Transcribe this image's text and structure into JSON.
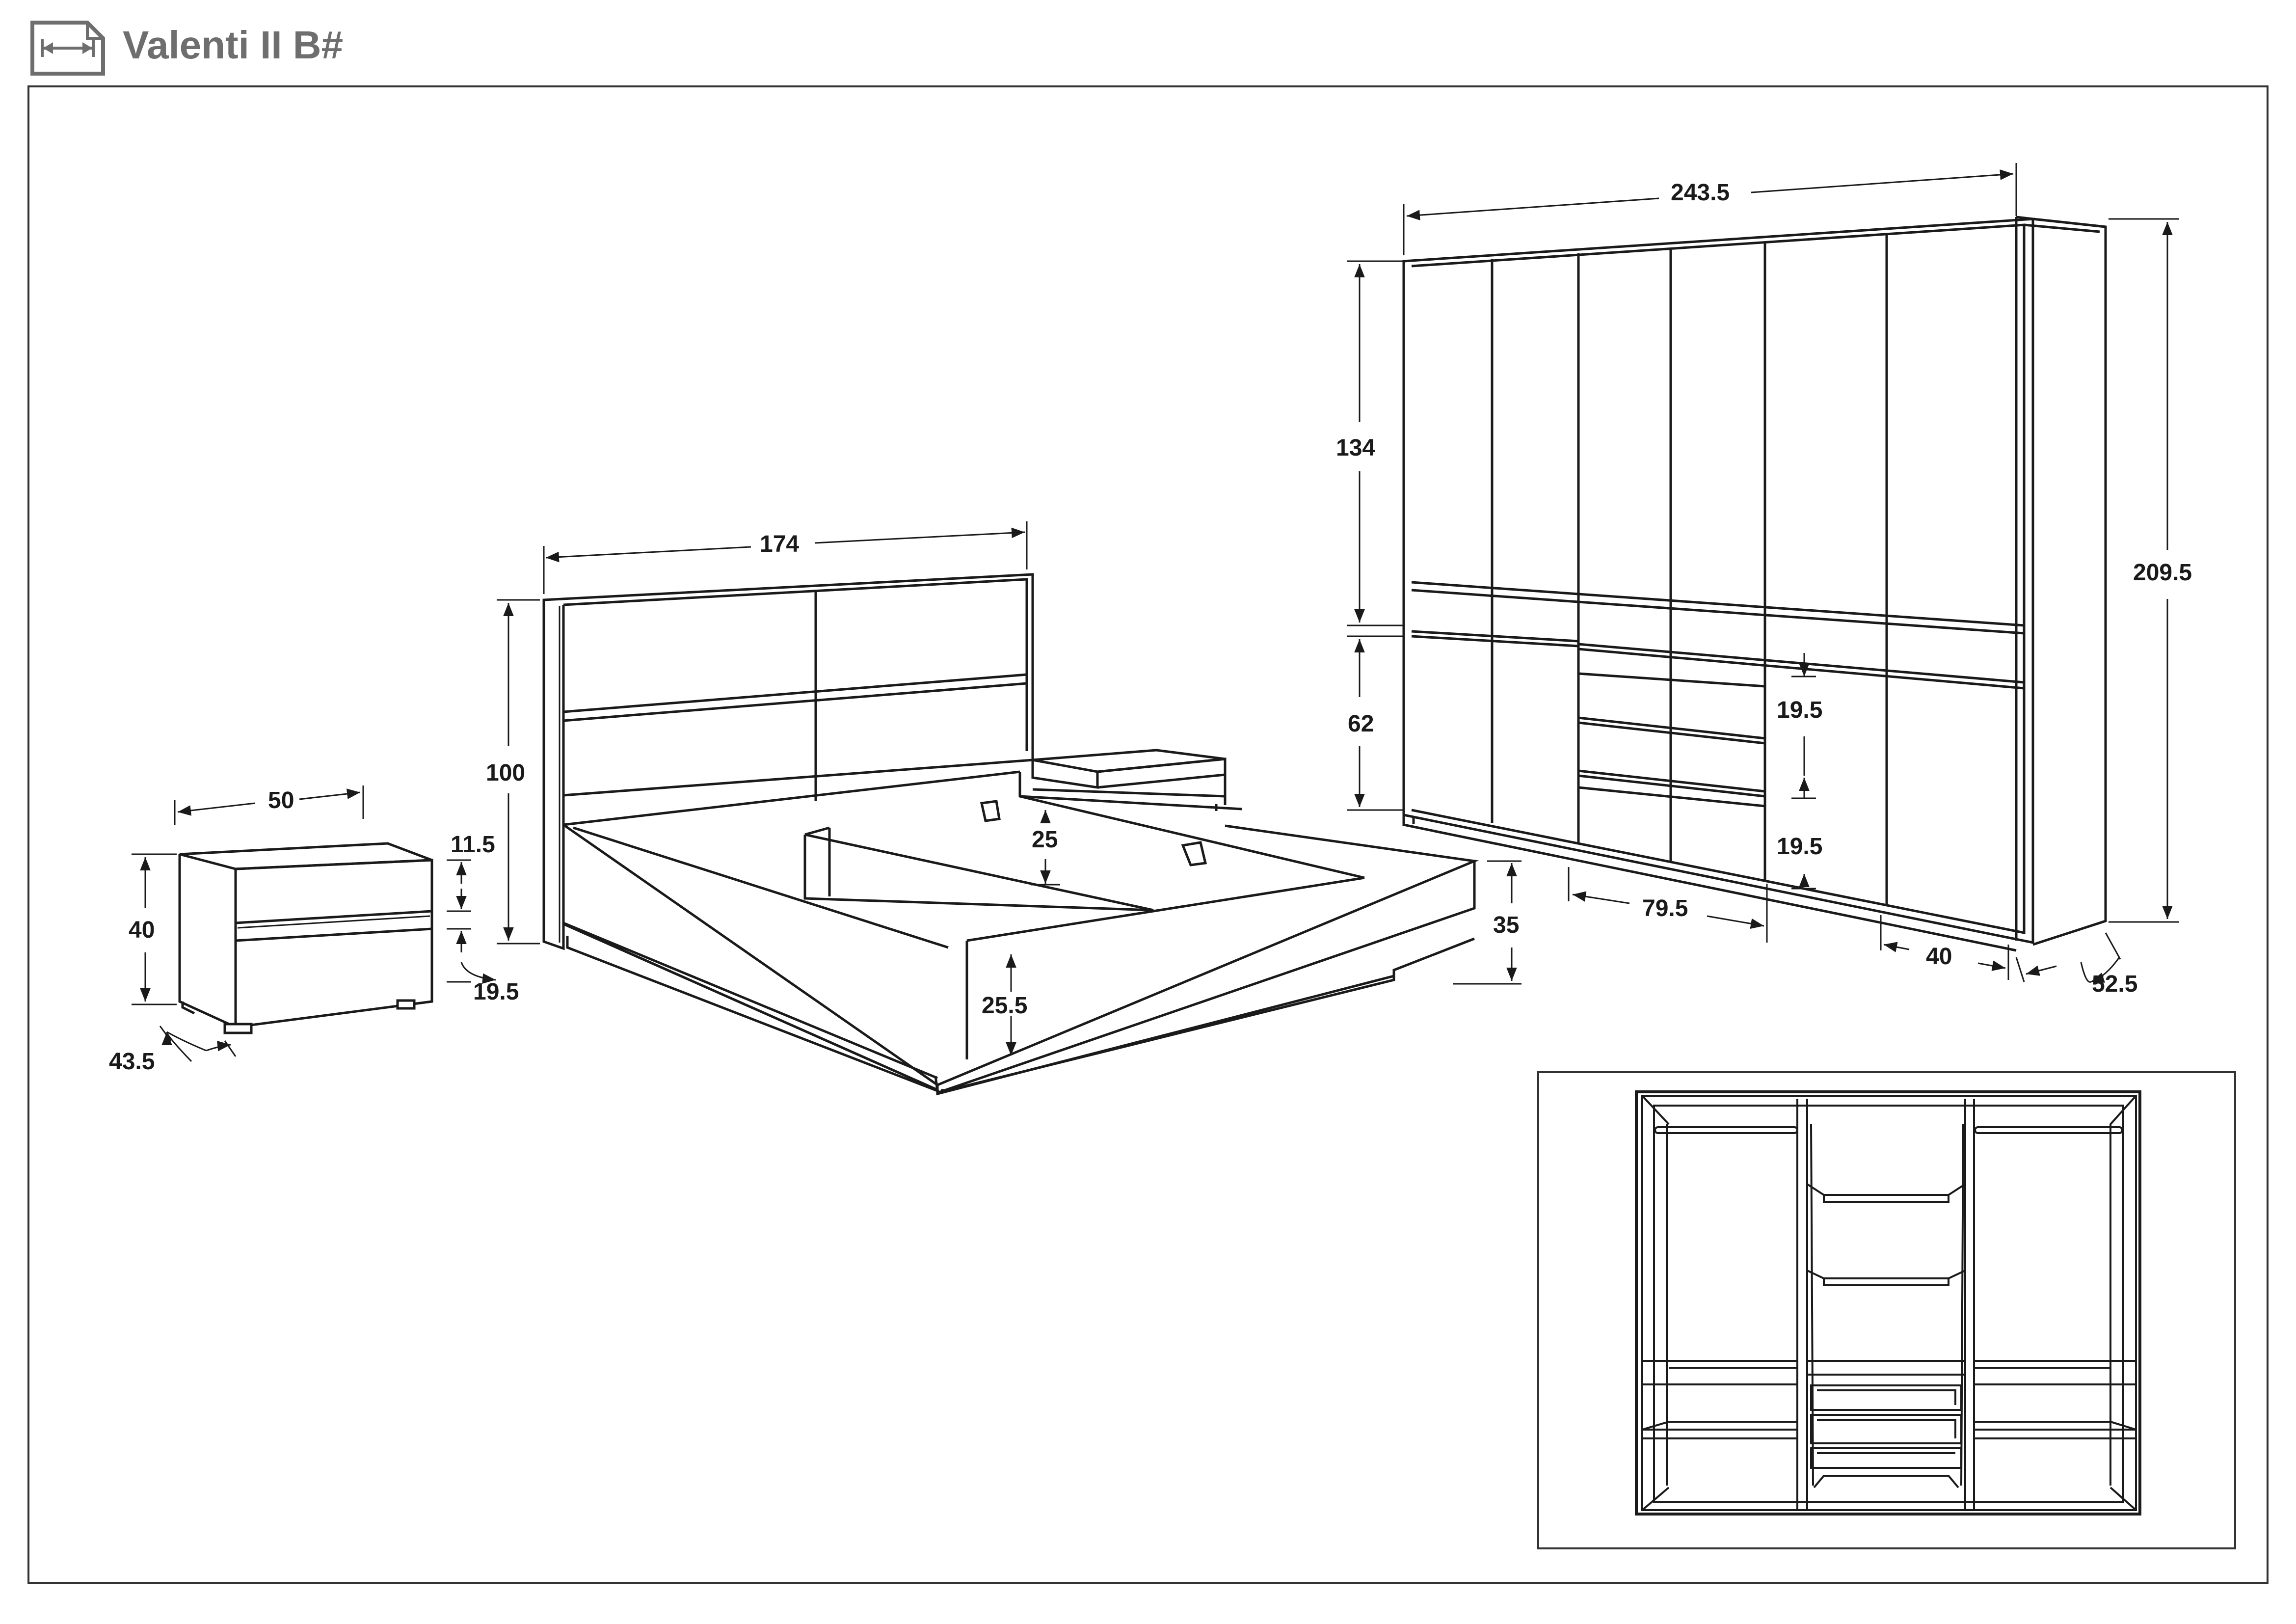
{
  "header": {
    "title": "Valenti II B#",
    "icon": "dimensions-icon"
  },
  "nightstand": {
    "width": "50",
    "height": "40",
    "top_drawer_height": "11.5",
    "bottom_drawer_height": "19.5",
    "depth": "43.5"
  },
  "bed": {
    "width": "174",
    "headboard_height": "100",
    "frame_height": "35",
    "side_height": "25.5",
    "slat_depth": "25"
  },
  "wardrobe": {
    "width": "243.5",
    "height": "209.5",
    "upper_height": "134",
    "lower_height": "62",
    "drawer_height_top": "19.5",
    "drawer_height_bottom": "19.5",
    "drawer_section_width": "79.5",
    "door_width": "40",
    "depth": "52.5"
  },
  "colors": {
    "line": "#1a1a1a",
    "title": "#6e6e6e",
    "frame": "#333333"
  }
}
